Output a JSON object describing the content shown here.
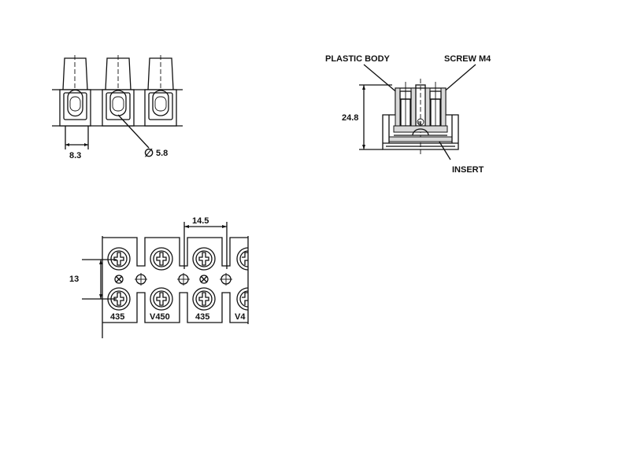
{
  "front_view": {
    "pitch_dimension": "8.3",
    "hole_diameter_symbol": "∅",
    "hole_diameter": "5.8"
  },
  "section_view": {
    "label_body": "PLASTIC BODY",
    "label_screw": "SCREW M4",
    "label_insert": "INSERT",
    "height_dimension": "24.8",
    "center_mark": "M"
  },
  "top_view": {
    "pitch_dimension": "14.5",
    "row_dimension": "13",
    "block_labels": [
      "435",
      "V450",
      "435",
      "V4"
    ]
  },
  "colors": {
    "line": "#111111",
    "hatch": "#d9d9d9",
    "background": "#ffffff"
  }
}
